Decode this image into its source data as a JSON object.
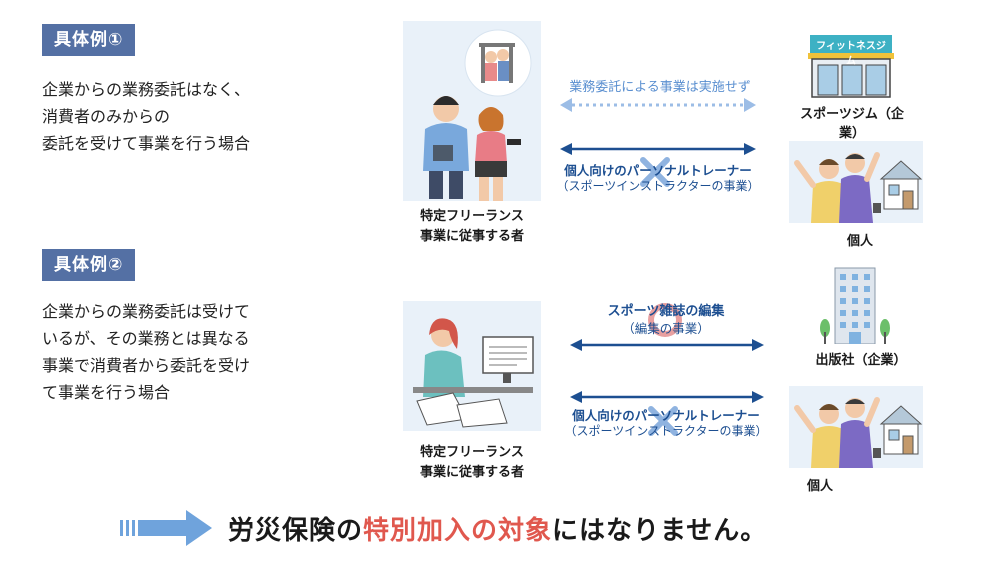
{
  "example1": {
    "badge": "具体例①",
    "description": "企業からの業務委託はなく、\n消費者のみからの\n委託を受けて事業を行う場合",
    "freelancer_caption": "特定フリーランス\n事業に従事する者",
    "top_arrow_label": "業務委託による事業は実施せず",
    "bottom_arrow_label": "個人向けのパーソナルトレーナー",
    "bottom_arrow_sub": "（スポーツインストラクターの事業）",
    "gym_sign": "フィットネスジム",
    "gym_label": "スポーツジム（企\n業）",
    "individual_label": "個人"
  },
  "example2": {
    "badge": "具体例②",
    "description": "企業からの業務委託は受けて\nいるが、その業務とは異なる\n事業で消費者から委託を受け\nて事業を行う場合",
    "freelancer_caption": "特定フリーランス\n事業に従事する者",
    "top_arrow_label": "スポーツ雑誌の編集",
    "top_arrow_sub": "（編集の事業）",
    "bottom_arrow_label": "個人向けのパーソナルトレーナー",
    "bottom_arrow_sub": "（スポーツインストラクターの事業）",
    "publisher_label": "出版社（企業）",
    "individual_label": "個人"
  },
  "conclusion": {
    "prefix": "労災保険の",
    "highlight": "特別加入の対象",
    "suffix": "にはなりません。"
  },
  "colors": {
    "badge": "#5470a4",
    "arrow": "#1d4f91",
    "dotted_arrow": "#9cbde6",
    "highlight": "#e0584e",
    "mark_x": "#8fb3e0",
    "mark_o": "#e8a0a0",
    "illustration_bg": "#e9f1f9"
  }
}
